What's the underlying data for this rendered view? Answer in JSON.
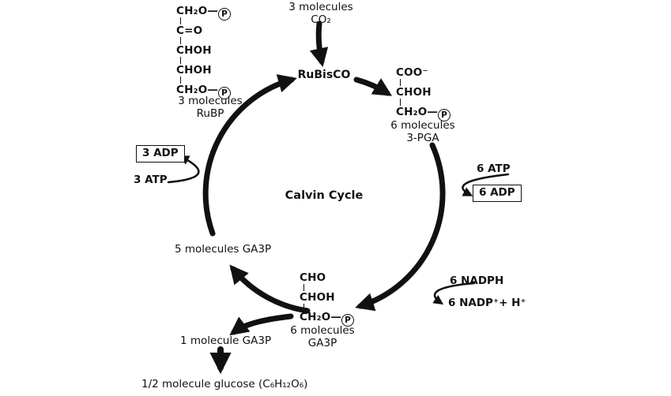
{
  "center": {
    "title": "Calvin Cycle"
  },
  "top": {
    "co2_count": "3 molecules",
    "co2": "CO₂",
    "enzyme": "RuBisCO"
  },
  "symbols": {
    "phosphate": "P"
  },
  "rubp": {
    "line1": "CH₂O—",
    "line2": "C=O",
    "line3": "CHOH",
    "line4": "CHOH",
    "line5": "CH₂O—",
    "count": "3 molecules",
    "name": "RuBP"
  },
  "pga": {
    "line1": "COO⁻",
    "line2": "CHOH",
    "line3": "CH₂O—",
    "count": "6 molecules",
    "name": "3-PGA"
  },
  "ga3p": {
    "line1": "CHO",
    "line2": "CHOH",
    "line3": "CH₂O—",
    "count": "6 molecules",
    "name": "GA3P"
  },
  "cofactors": {
    "atp6": "6 ATP",
    "adp6": "6 ADP",
    "nadph": "6 NADPH",
    "nadp": "6 NADP⁺+ H⁺",
    "atp3": "3 ATP",
    "adp3": "3 ADP"
  },
  "outputs": {
    "ga3p5": "5 molecules GA3P",
    "ga3p1": "1 molecule GA3P",
    "glucose": "1/2 molecule glucose (C₆H₁₂O₆)"
  },
  "colors": {
    "ink": "#111111",
    "background": "#ffffff"
  }
}
